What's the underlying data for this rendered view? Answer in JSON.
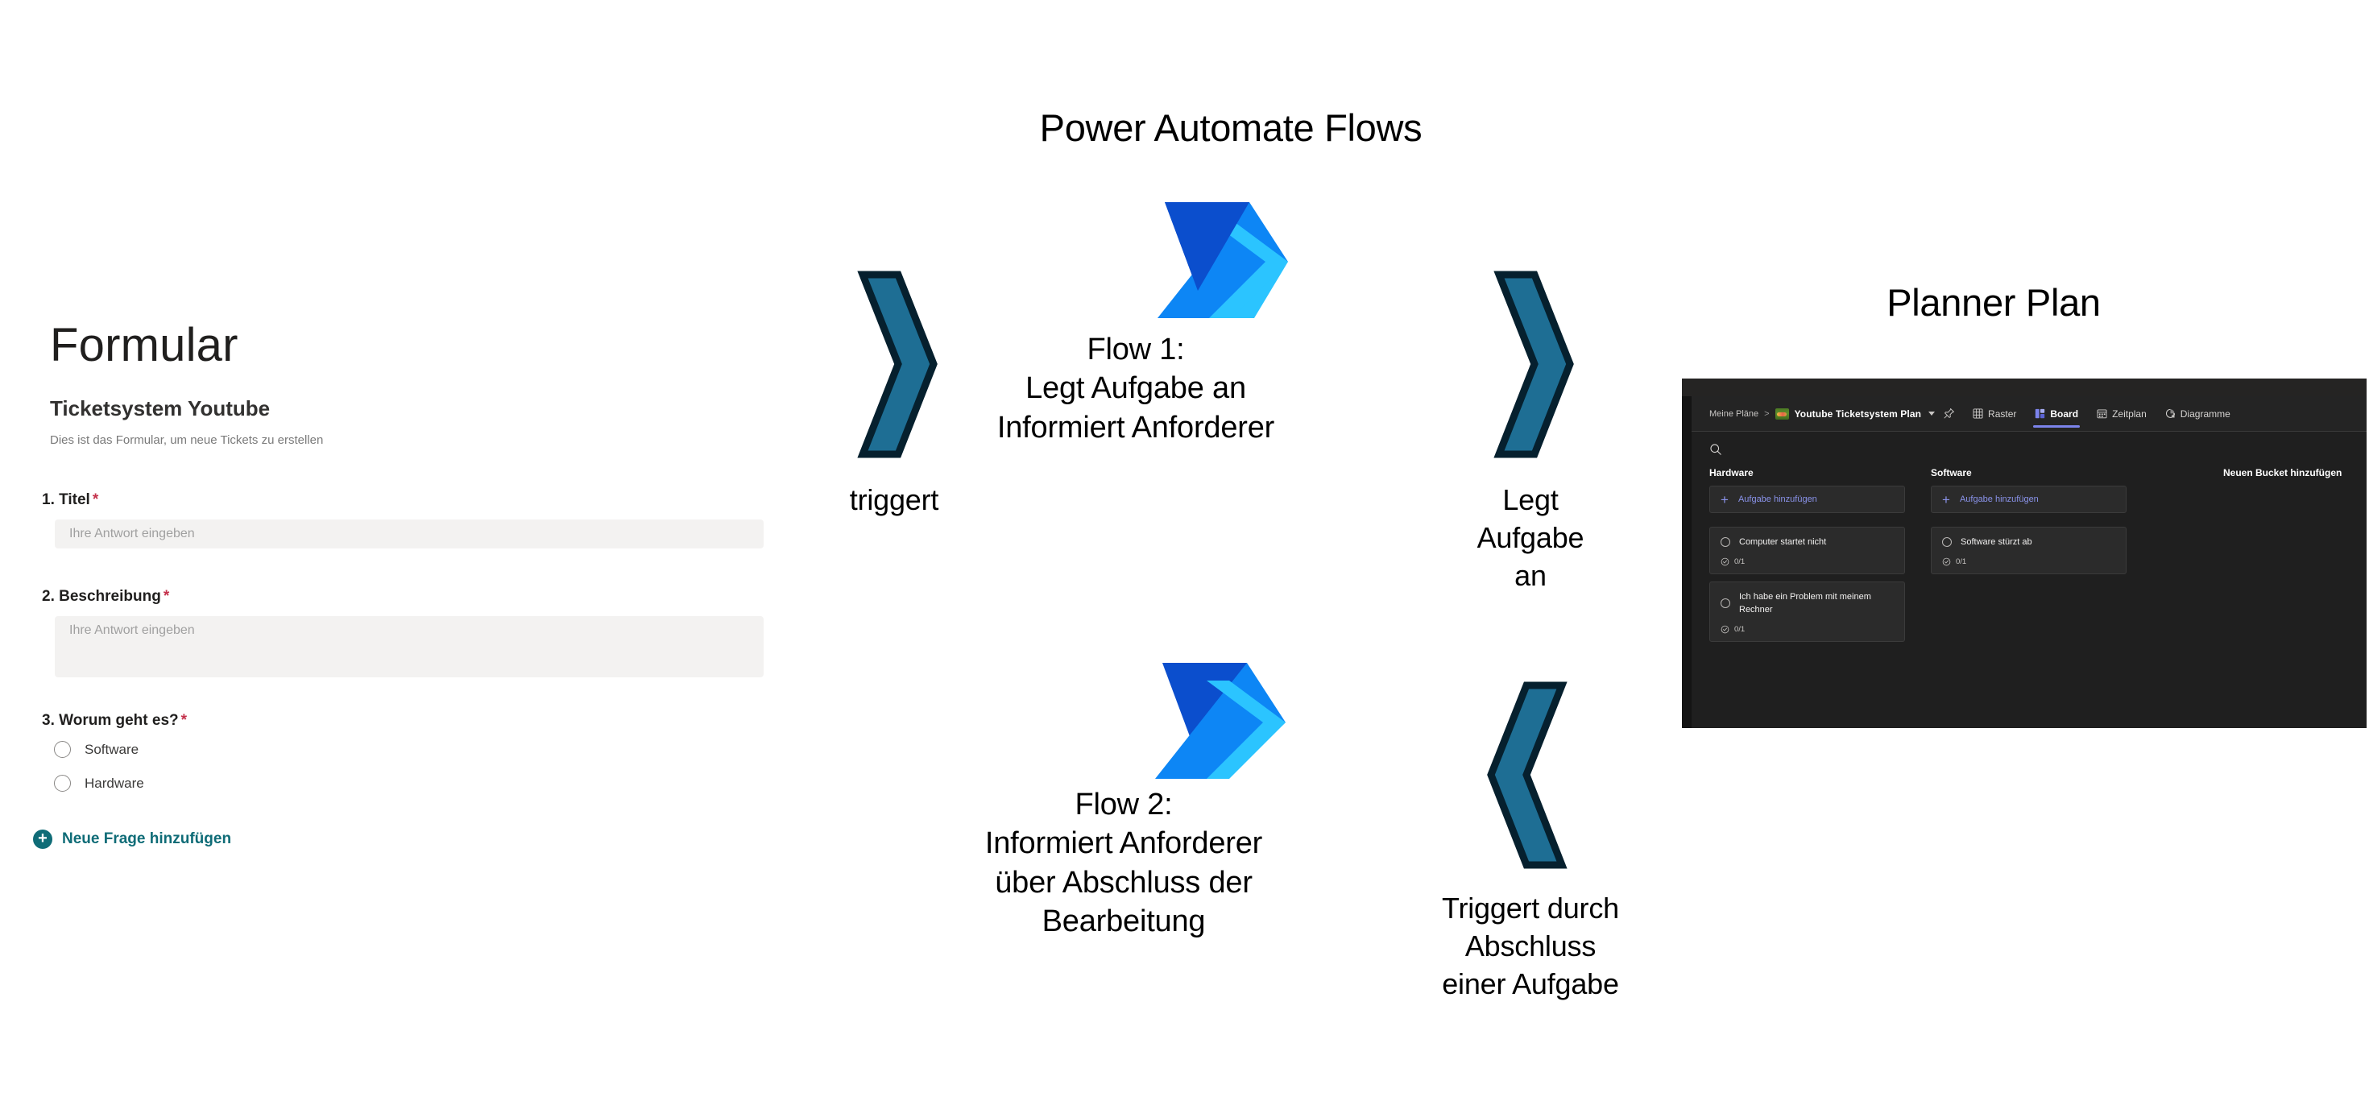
{
  "form": {
    "title": "Formular",
    "subtitle": "Ticketsystem Youtube",
    "description": "Dies ist das Formular, um neue Tickets zu erstellen",
    "questions": [
      {
        "label": "1. Titel",
        "required": "*",
        "placeholder": "Ihre Antwort eingeben",
        "type": "text"
      },
      {
        "label": "2. Beschreibung",
        "required": "*",
        "placeholder": "Ihre Antwort eingeben",
        "type": "textarea"
      },
      {
        "label": "3. Worum geht es?",
        "required": "*",
        "type": "choice",
        "options": [
          {
            "label": "Software"
          },
          {
            "label": "Hardware"
          }
        ]
      }
    ],
    "add_question_label": "Neue Frage hinzufügen",
    "add_question_icon": "plus-circle-icon",
    "accent_color": "#0f6c77",
    "required_color": "#c4314b"
  },
  "center": {
    "title": "Power Automate Flows",
    "chevron_color": "#1e6e94",
    "chevron_outline": "#06202e",
    "logo_icon": "power-automate-logo-icon",
    "logo_colors": {
      "dark": "#0b4ecd",
      "mid": "#0d86f5",
      "light": "#2bc4ff"
    },
    "arrow_left_label": "triggert",
    "arrow_right_top_label": "Legt\nAufgabe\nan",
    "arrow_right_bottom_label": "Triggert durch\nAbschluss\neiner Aufgabe",
    "flows": [
      {
        "name": "Flow 1:",
        "lines": [
          "Legt Aufgabe an",
          "Informiert Anforderer"
        ]
      },
      {
        "name": "Flow 2:",
        "lines": [
          "Informiert Anforderer",
          "über Abschluss der",
          "Bearbeitung"
        ]
      }
    ]
  },
  "planner": {
    "title": "Planner Plan",
    "breadcrumb_root": "Meine Pläne",
    "breadcrumb_sep": ">",
    "plan_name": "Youtube Ticketsystem Plan",
    "plan_icon": "plan-emoji-icon",
    "chevron_icon": "chevron-down-icon",
    "pin_icon": "pin-icon",
    "search_icon": "search-icon",
    "tabs": [
      {
        "label": "Raster",
        "icon": "grid-icon",
        "active": false
      },
      {
        "label": "Board",
        "icon": "board-icon",
        "active": true
      },
      {
        "label": "Zeitplan",
        "icon": "calendar-icon",
        "active": false
      },
      {
        "label": "Diagramme",
        "icon": "chart-icon",
        "active": false
      }
    ],
    "active_tab_color": "#7b83eb",
    "add_bucket_label": "Neuen Bucket hinzufügen",
    "add_task_label": "Aufgabe hinzufügen",
    "add_task_icon": "plus-icon",
    "buckets": [
      {
        "name": "Hardware",
        "tasks": [
          {
            "title": "Computer startet nicht",
            "progress": "0/1",
            "progress_icon": "checklist-icon",
            "status_icon": "circle-icon"
          },
          {
            "title": "Ich habe ein Problem mit meinem Rechner",
            "progress": "0/1",
            "progress_icon": "checklist-icon",
            "status_icon": "circle-icon"
          }
        ]
      },
      {
        "name": "Software",
        "tasks": [
          {
            "title": "Software stürzt ab",
            "progress": "0/1",
            "progress_icon": "checklist-icon",
            "status_icon": "circle-icon"
          }
        ]
      }
    ]
  }
}
